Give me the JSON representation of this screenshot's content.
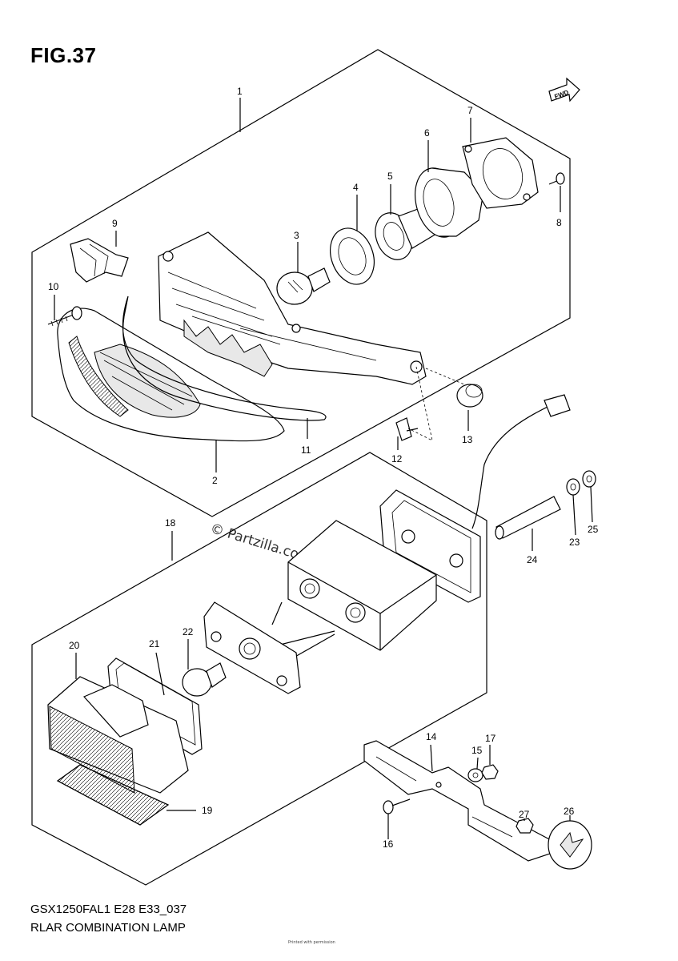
{
  "figure": {
    "title": "FIG.37",
    "model_code": "GSX1250FAL1 E28 E33_037",
    "diagram_name": "RLAR COMBINATION LAMP",
    "watermark": "© Partzilla.com",
    "direction_tag": "FWD",
    "footer_tiny": "Printed with permission"
  },
  "callouts": [
    "1",
    "2",
    "3",
    "4",
    "5",
    "6",
    "7",
    "8",
    "9",
    "10",
    "11",
    "12",
    "13",
    "14",
    "15",
    "16",
    "17",
    "18",
    "19",
    "20",
    "21",
    "22",
    "23",
    "24",
    "25",
    "26",
    "27"
  ]
}
